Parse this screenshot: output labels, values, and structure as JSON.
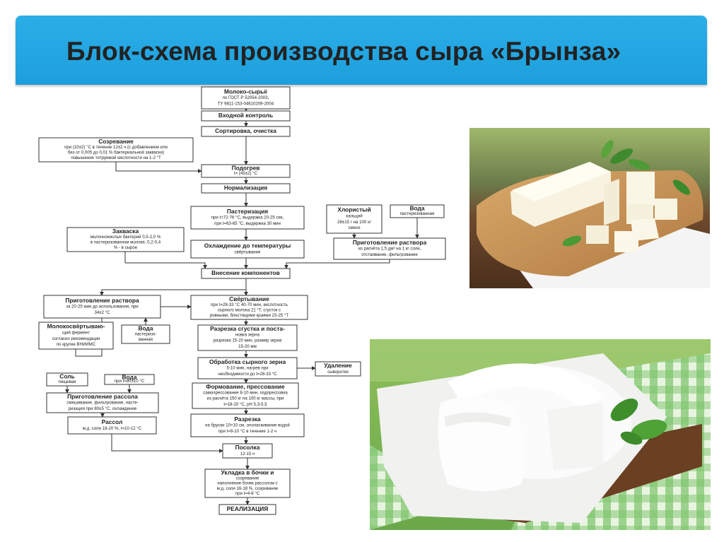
{
  "slide": {
    "title": "Блок-схема производства сыра «Брынза»"
  },
  "flowchart": {
    "milk": [
      "Молоко-сырьё",
      "по ГОСТ Р 52054-2003,",
      "ТУ 9811-153-04610209-2004"
    ],
    "input_control": "Входной контроль",
    "sorting": "Сортировка, очистка",
    "maturation": [
      "Созревание",
      "при (10±2) °С в течение 12±2 ч (с добавлением или",
      "без от 0,005 до 0,01 % бактериальной закваски)",
      "повышение титруемой кислотности на 1-2 °Т"
    ],
    "heating": [
      "Подогрев",
      "t= (45±2) °С"
    ],
    "normalization": "Нормализация",
    "pasteurization": [
      "Пастеризация",
      "при t=72-76 °С, выдержка 20-25 сек,",
      "при t=63-65 °С, выдержка 30 мин"
    ],
    "calcium": [
      "Хлористый",
      "кальций",
      "28±15 г на 100 кг",
      "смеси"
    ],
    "water_top": [
      "Вода",
      "пастеризованная"
    ],
    "starter": [
      "Закваска",
      "молочнокислых бактерий 0,5-2,0 %",
      "в пастеризованном молоке, 0,2-0,4",
      "% - в сырое"
    ],
    "cooling": [
      "Охлаждение до температуры",
      "свёртывания"
    ],
    "solution_prep_right": [
      "Приготовление раствора",
      "из расчёта 1,5 дм³ на 1 кг соли,",
      "отстаивание, фильтрование"
    ],
    "components": "Внесение компонентов",
    "solution_prep_left": [
      "Приготовление раствора",
      "за 20-25 мин до использования, при",
      "34±2 °С"
    ],
    "coagulation": [
      "Свёртывание",
      "при t=28-33 °С 40-70 мин, кислотность",
      "сырного молока 21 °Т, сгусток с",
      "ровными, блестящими краями 23-25 °Т"
    ],
    "rennet": [
      "Молокосвёртываю-",
      "щий фермент",
      "согласно рекомендации",
      "по крупке ВНИИМС"
    ],
    "water_past": [
      "Вода",
      "пастеризо-",
      "ванная"
    ],
    "cutting": [
      "Разрезка сгустка и поста-",
      "новка зерна",
      "разрезка 15-20 мин, размер зерна",
      "15-20 мм"
    ],
    "grain": [
      "Обработка сырного зерна",
      "5-10 мин, нагрев при",
      "необходимости до t=28-33 °С"
    ],
    "whey": [
      "Удаление",
      "сыворотки"
    ],
    "salt": [
      "Соль",
      "пищевая"
    ],
    "water_brine": [
      "Вода",
      "при t=80±10 °С"
    ],
    "forming": [
      "Формование, прессование",
      "самопрессование 8-10 мин, подпрессовка",
      "из расчёта 150 кг на 100 кг массы, при",
      "t=18-20 °С, pH 5,3-5,5"
    ],
    "brine_prep": [
      "Приготовление рассола",
      "смешивание, фильтрование, пасте-",
      "ризация при 80±5 °С, охлаждение"
    ],
    "brine": [
      "Рассол",
      "м.д. соли 18-20 %, t=10-12 °С"
    ],
    "slicing": [
      "Разрезка",
      "на бруски 10×10 см, ополаскивание водой",
      "при t=8-10 °С в течение 1-2 ч"
    ],
    "salting": [
      "Посолка",
      "12-15 ч"
    ],
    "packing": [
      "Укладка в бочки и",
      "созревание",
      "наполнение бочек рассолом с",
      "м.д. соли 16-18 %, созревание",
      "при t=4-8 °С"
    ],
    "sale": "РЕАЛИЗАЦИЯ"
  },
  "colors": {
    "header": "#1ea0dd",
    "title_text": "#222222",
    "flow_stroke": "#333333"
  }
}
